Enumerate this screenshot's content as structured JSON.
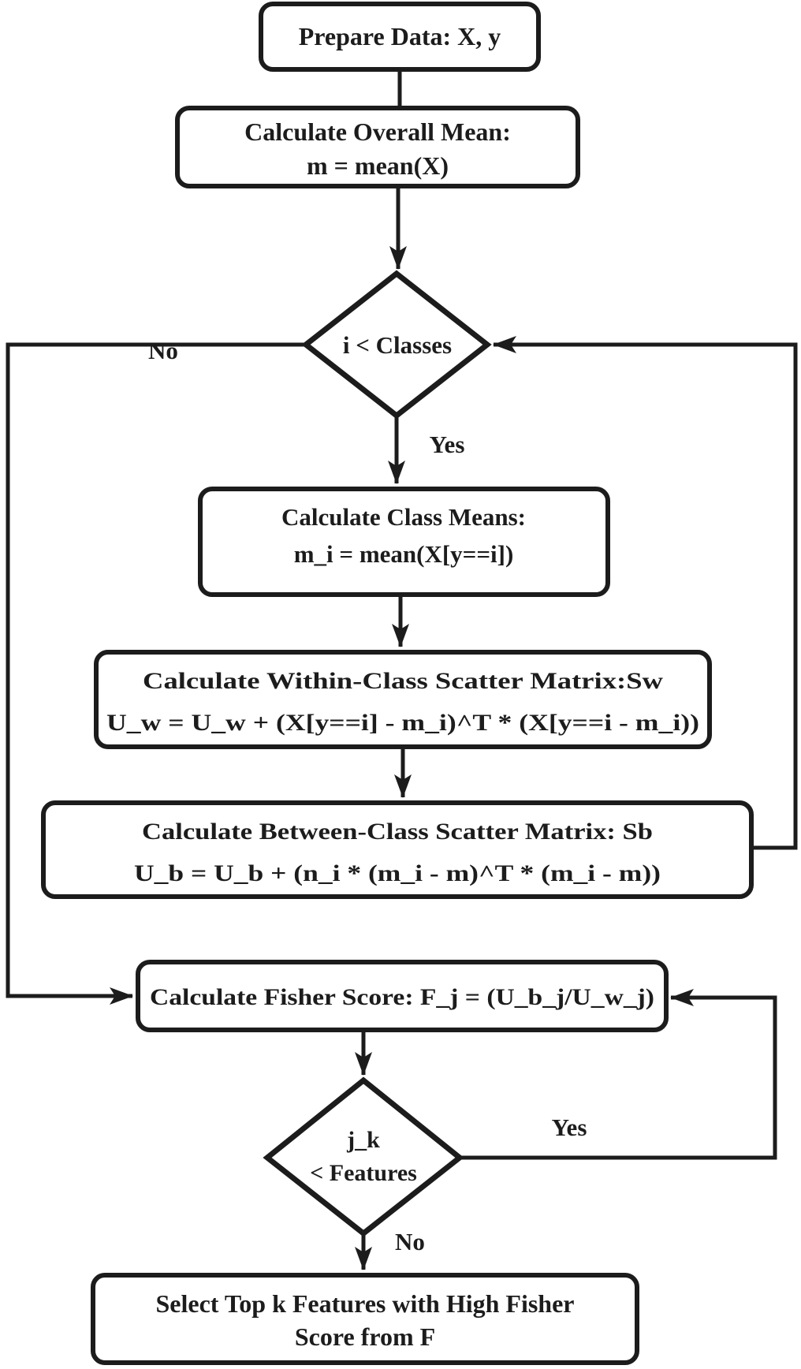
{
  "background": "#ffffff",
  "line_color": "#1c1c1c",
  "node_fill": "#ffffff",
  "nodes": {
    "prepare": {
      "type": "process",
      "line1": "Prepare Data: X, y"
    },
    "overall_mean": {
      "type": "process",
      "line1": "Calculate Overall Mean:",
      "line2": "m = mean(X)"
    },
    "class_loop": {
      "type": "decision",
      "line1": "i < Classes"
    },
    "class_means": {
      "type": "process",
      "line1": "Calculate Class Means:",
      "line2": "m_i = mean(X[y==i])"
    },
    "within_scatter": {
      "type": "process",
      "line1": "Calculate Within-Class Scatter Matrix:Sw",
      "line2": "U_w = U_w + (X[y==i] - m_i)^T * (X[y==i - m_i))"
    },
    "between_scatter": {
      "type": "process",
      "line1": "Calculate Between-Class Scatter Matrix: Sb",
      "line2": "U_b = U_b + (n_i * (m_i - m)^T * (m_i - m))"
    },
    "fisher_score": {
      "type": "process",
      "line1": "Calculate Fisher Score: F_j = (U_b_j/U_w_j)"
    },
    "feature_loop": {
      "type": "decision",
      "line1": "j_k",
      "line2": "< Features"
    },
    "select_features": {
      "type": "process",
      "line1": "Select Top k Features with High Fisher",
      "line2": "Score from F"
    }
  },
  "edges": [
    {
      "from": "prepare",
      "to": "overall_mean",
      "label": ""
    },
    {
      "from": "overall_mean",
      "to": "class_loop",
      "label": ""
    },
    {
      "from": "class_loop",
      "to": "class_means",
      "label": "Yes"
    },
    {
      "from": "class_means",
      "to": "within_scatter",
      "label": ""
    },
    {
      "from": "within_scatter",
      "to": "between_scatter",
      "label": ""
    },
    {
      "from": "between_scatter",
      "to": "class_loop",
      "label": ""
    },
    {
      "from": "class_loop",
      "to": "fisher_score",
      "label": "No"
    },
    {
      "from": "fisher_score",
      "to": "feature_loop",
      "label": ""
    },
    {
      "from": "feature_loop",
      "to": "fisher_score",
      "label": "Yes"
    },
    {
      "from": "feature_loop",
      "to": "select_features",
      "label": "No"
    }
  ]
}
